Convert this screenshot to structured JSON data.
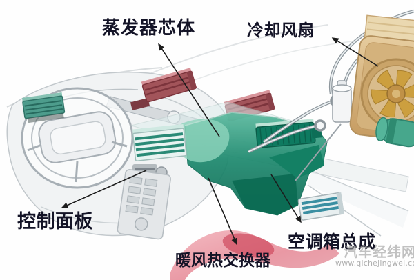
{
  "labels": {
    "evaporator_core": "蒸发器芯体",
    "cooling_fan": "冷却风扇",
    "control_panel": "控制面板",
    "heater_core": "暖风热交换器",
    "hvac_assembly": "空调箱总成"
  },
  "watermark": {
    "site_name": "汽车经纬网",
    "site_url": "www.qichejingwei.com"
  },
  "colors": {
    "label_text": "#141427",
    "hvac_teal": "#1d8a6f",
    "evaporator_green": "#0e7a60",
    "defroster_red": "#a2545a",
    "heater_duct_pink": "#e89aa4",
    "heater_duct_deep_red": "#cf4a5e",
    "fan_shroud_gold": "#d4b27c",
    "fan_blade_gold": "#cc9f3f",
    "compressor_teal": "#47a78c",
    "rear_vent_blue": "#3b8fa2",
    "sketch_gray": "#aab2b8",
    "arrow_black": "#1c1c1c",
    "watermark_gray": "#a9a9a9",
    "background": "#ffffff"
  }
}
